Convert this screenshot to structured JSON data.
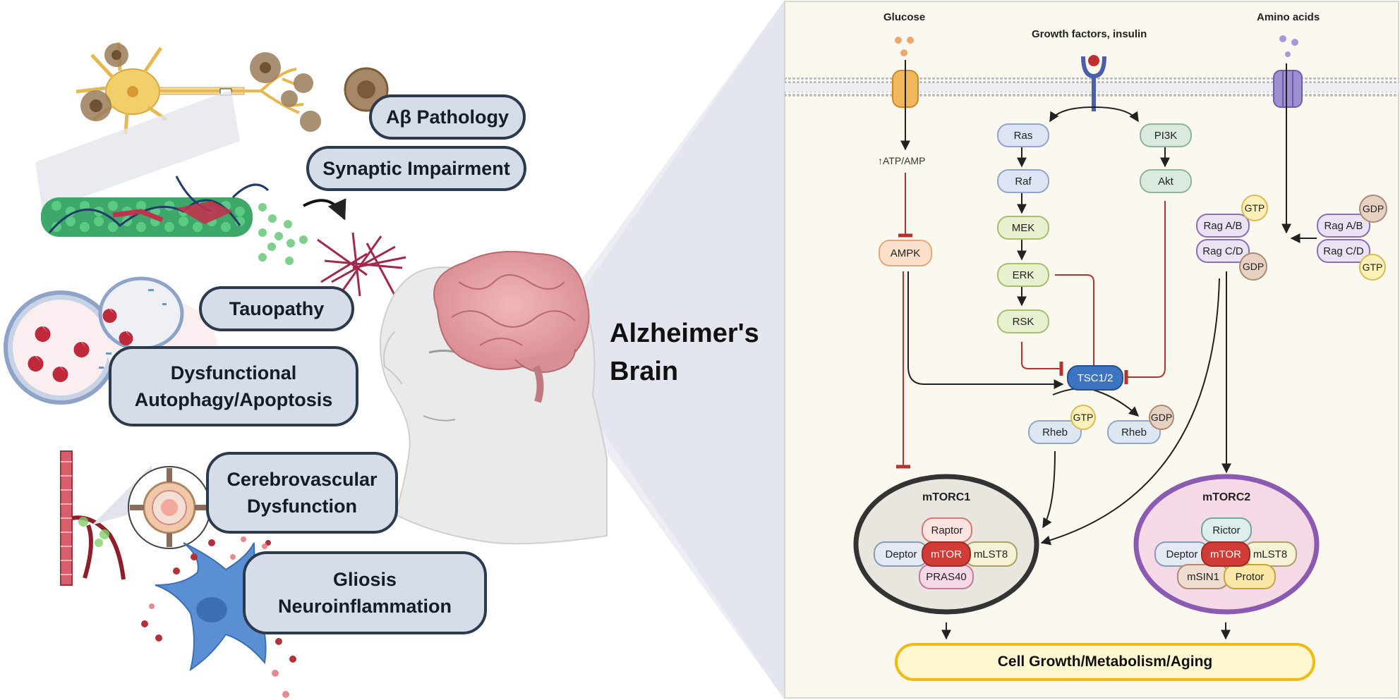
{
  "left_panel": {
    "labels": [
      {
        "id": "ab",
        "text": "Aβ Pathology"
      },
      {
        "id": "syn",
        "text": "Synaptic Impairment"
      },
      {
        "id": "tau",
        "text": "Tauopathy"
      },
      {
        "id": "auto",
        "text": "Dysfunctional\nAutophagy/Apoptosis"
      },
      {
        "id": "cere",
        "text": "Cerebrovascular\nDysfunction"
      },
      {
        "id": "glio",
        "text": "Gliosis\nNeuroinflammation"
      }
    ],
    "brain_title": "Alzheimer's\nBrain"
  },
  "pathway": {
    "inputs": {
      "glucose": "Glucose",
      "growth": "Growth factors, insulin",
      "amino": "Amino acids"
    },
    "atp_amp": "↑ATP/AMP",
    "nodes": {
      "ampk": "AMPK",
      "ras": "Ras",
      "raf": "Raf",
      "mek": "MEK",
      "erk": "ERK",
      "rsk": "RSK",
      "pi3k": "PI3K",
      "akt": "Akt",
      "tsc": "TSC1/2",
      "rheb_active": "Rheb",
      "rheb_inactive": "Rheb",
      "rag_ab_active": "Rag A/B",
      "rag_cd_active": "Rag C/D",
      "rag_ab_inactive": "Rag A/B",
      "rag_cd_inactive": "Rag C/D"
    },
    "nucleotides": {
      "gtp": "GTP",
      "gdp": "GDP"
    },
    "mtorc1": {
      "title": "mTORC1",
      "core": "mTOR",
      "raptor": "Raptor",
      "deptor": "Deptor",
      "mlst8": "mLST8",
      "pras40": "PRAS40"
    },
    "mtorc2": {
      "title": "mTORC2",
      "core": "mTOR",
      "rictor": "Rictor",
      "deptor": "Deptor",
      "mlst8": "mLST8",
      "msin1": "mSIN1",
      "protor": "Protor"
    },
    "output": "Cell Growth/Metabolism/Aging"
  },
  "colors": {
    "panel_bg": "#fbf9ef",
    "mtor_red": "#d23c36",
    "tsc_blue": "#3d74c2",
    "mtorc1_border": "#333333",
    "mtorc2_border": "#8a5bb0",
    "output_border": "#f2b90f",
    "pill_fill": "#d6dde8",
    "pill_border": "#2c3a4e",
    "inhibit_red": "#b5332e"
  }
}
